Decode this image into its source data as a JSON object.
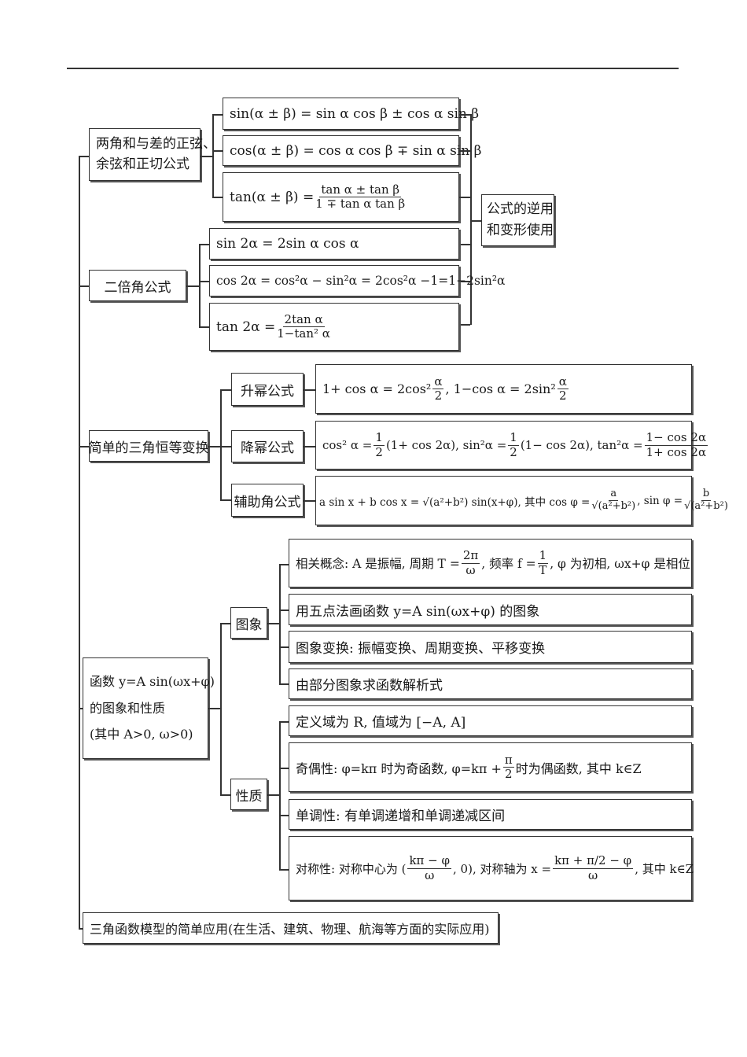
{
  "sum_diff": {
    "title_1": "两角和与差的正弦、",
    "title_2": "余弦和正切公式",
    "sin": "sin(α ± β) = sin α cos β ± cos α sin β",
    "cos": "cos(α ± β) = cos α cos β ∓ sin α sin β",
    "tan_lhs": "tan(α ± β) =",
    "tan_num": "tan α ± tan β",
    "tan_den": "1 ∓ tan α tan β"
  },
  "reverse_use": {
    "line1": "公式的逆用",
    "line2": "和变形使用"
  },
  "double_angle": {
    "title": "二倍角公式",
    "sin": "sin 2α = 2sin α cos α",
    "cos": "cos 2α = cos²α − sin²α = 2cos²α −1=1−2sin²α",
    "tan_lhs": "tan 2α =",
    "tan_num": "2tan α",
    "tan_den": "1−tan² α"
  },
  "identity": {
    "title": "简单的三角恒等变换",
    "raise": {
      "label": "升幂公式",
      "a": "1+ cos α = 2cos²",
      "a_num": "α",
      "a_den": "2",
      "b": ", 1−cos α = 2sin²",
      "b_num": "α",
      "b_den": "2"
    },
    "lower": {
      "label": "降幂公式",
      "a": "cos² α =",
      "h1": "1",
      "h2": "2",
      "a2": "(1+ cos 2α),  sin²α =",
      "b2": "(1− cos 2α), tan²α =",
      "t_num": "1− cos 2α",
      "t_den": "1+ cos 2α"
    },
    "aux": {
      "label": "辅助角公式",
      "a": "a sin x + b cos x = √(a²+b²) sin(x+φ), 其中 cos φ =",
      "c_num": "a",
      "c_den": "√(a²+b²)",
      "b": ", sin φ =",
      "s_num": "b",
      "s_den": "√(a²+b²)"
    }
  },
  "func": {
    "title_1": "函数 y=A sin(ωx+φ)",
    "title_2": "的图象和性质",
    "title_3": "(其中 A>0, ω>0)",
    "graph": {
      "label": "图象",
      "c1_a": "相关概念: A 是振幅, 周期 T =",
      "c1_n1": "2π",
      "c1_d1": "ω",
      "c1_b": ", 频率 f =",
      "c1_n2": "1",
      "c1_d2": "T",
      "c1_c": ", φ 为初相, ωx+φ 是相位",
      "c2": "用五点法画函数 y=A sin(ωx+φ) 的图象",
      "c3": "图象变换: 振幅变换、周期变换、平移变换",
      "c4": "由部分图象求函数解析式"
    },
    "prop": {
      "label": "性质",
      "p1": "定义域为 R, 值域为 [−A, A]",
      "p2_a": "奇偶性: φ=kπ 时为奇函数, φ=kπ +",
      "p2_n": "π",
      "p2_d": "2",
      "p2_b": "时为偶函数, 其中 k∈Z",
      "p3": "单调性: 有单调递增和单调递减区间",
      "p4_a": "对称性: 对称中心为 (",
      "p4_n": "kπ − φ",
      "p4_d": "ω",
      "p4_b": ", 0), 对称轴为 x =",
      "p4_n2": "kπ + π/2 − φ",
      "p4_d2": "ω",
      "p4_c": ", 其中 k∈Z"
    }
  },
  "application": "三角函数模型的简单应用(在生活、建筑、物理、航海等方面的实际应用)"
}
